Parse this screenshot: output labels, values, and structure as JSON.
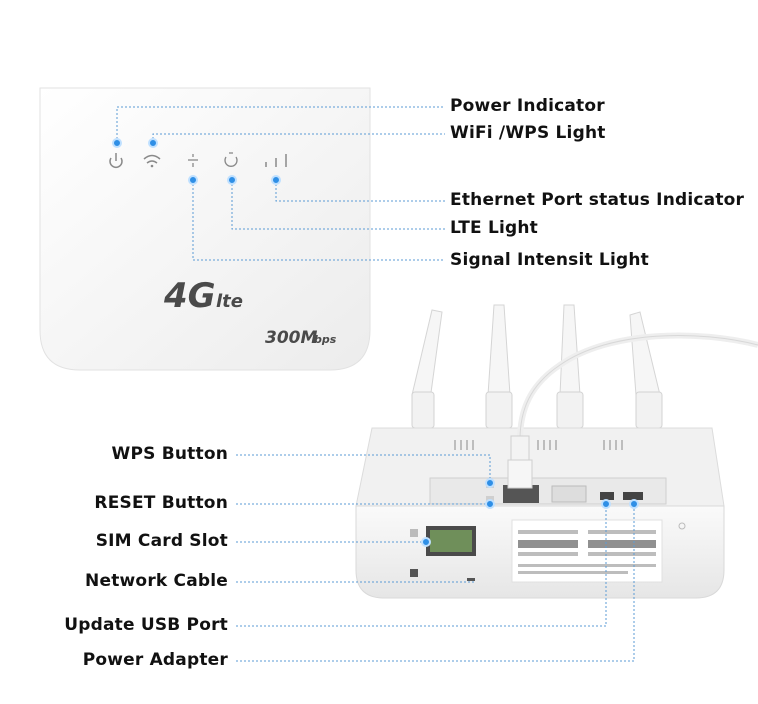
{
  "top_callouts": {
    "power_indicator": "Power Indicator",
    "wifi_wps_light": "WiFi /WPS Light",
    "ethernet_status": "Ethernet Port status Indicator",
    "lte_light": "LTE Light",
    "signal_light": "Signal Intensit Light"
  },
  "bottom_callouts": {
    "wps_button": "WPS Button",
    "reset_button": "RESET Button",
    "sim_slot": "SIM Card Slot",
    "network_cable": "Network Cable",
    "usb_port": "Update USB Port",
    "power_adapter": "Power Adapter"
  },
  "device_front": {
    "logo_4g": "4G",
    "logo_lte": "lte",
    "speed_main": "300M",
    "speed_unit": "bps"
  },
  "colors": {
    "callout_dot": "#2f8fe6",
    "callout_line": "#5b9bd5",
    "device_body": "#f4f4f4"
  }
}
